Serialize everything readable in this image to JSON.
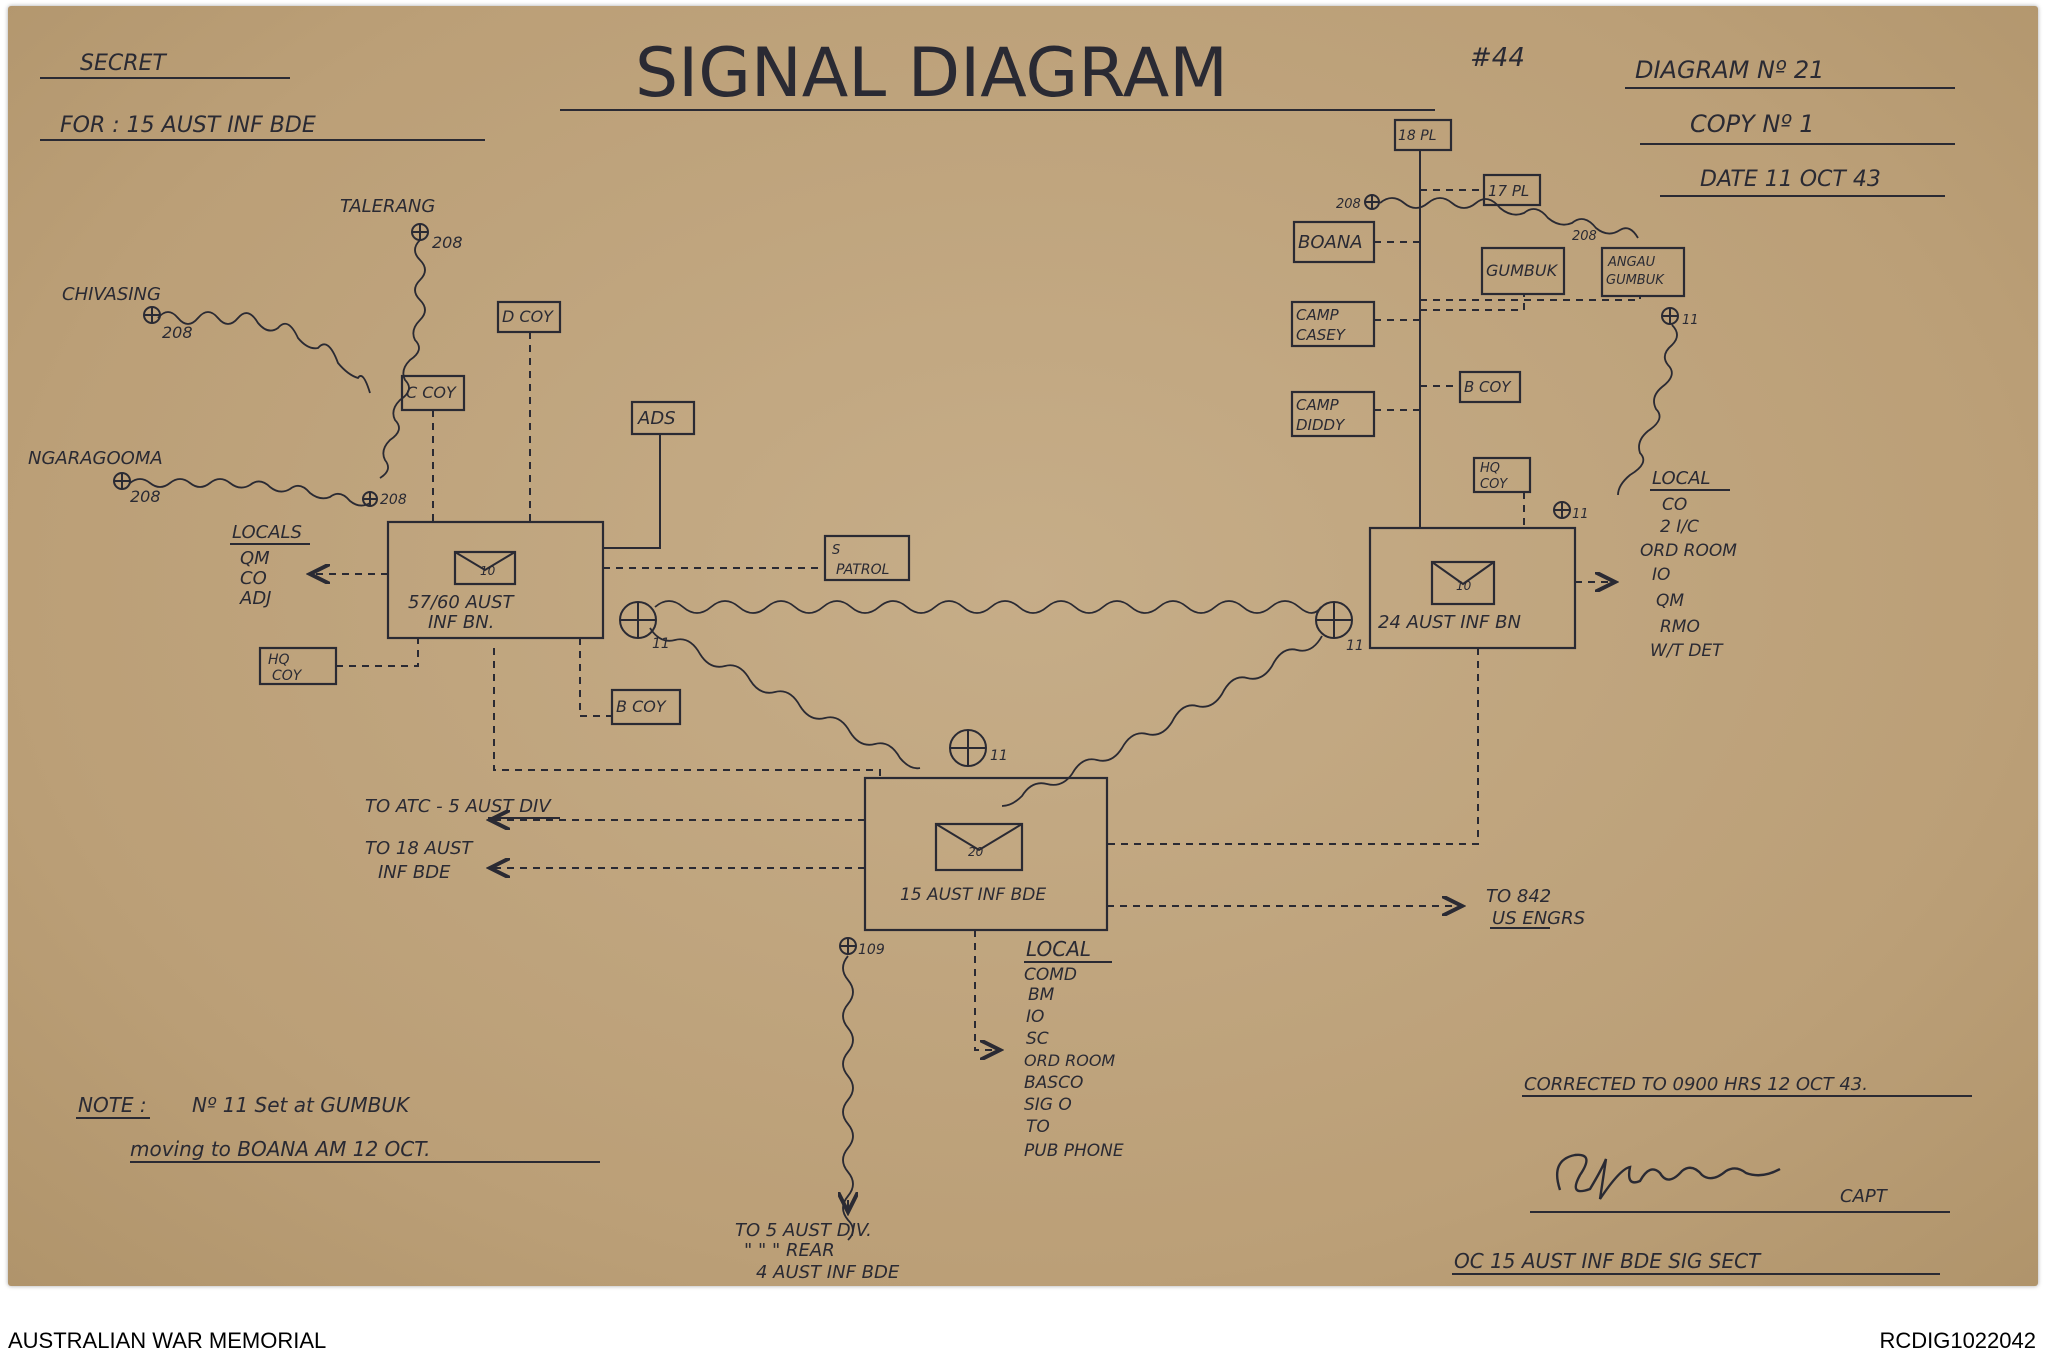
{
  "header": {
    "secret": "SECRET",
    "for": "FOR : 15 AUST INF BDE",
    "title": "SIGNAL DIAGRAM",
    "handwritten_mark": "#44",
    "diagram_no": "DIAGRAM Nº 21",
    "copy_no": "COPY Nº 1",
    "date": "DATE 11 OCT 43"
  },
  "stations": {
    "talerang": "TALERANG",
    "chivasing": "CHIVASING",
    "ngaragooma": "NGARAGOOMA",
    "set208": "208",
    "set11": "11",
    "set109": "109"
  },
  "bn5760": {
    "name_line1": "57/60 AUST",
    "name_line2": "INF BN.",
    "code": "10",
    "dcoy": "D COY",
    "ccoy": "C COY",
    "ads": "ADS",
    "patrol_s": "S",
    "patrol": "PATROL",
    "hqcoy_1": "HQ",
    "hqcoy_2": "COY",
    "bcoy": "B COY",
    "locals_title": "LOCALS",
    "locals": [
      "QM",
      "CO",
      "ADJ"
    ]
  },
  "bn24": {
    "name": "24 AUST INF BN",
    "code": "10",
    "pl18": "18 PL",
    "pl17": "17 PL",
    "boana": "BOANA",
    "gumbuk": "GUMBUK",
    "angau_1": "ANGAU",
    "angau_2": "GUMBUK",
    "camp_casey_1": "CAMP",
    "camp_casey_2": "CASEY",
    "camp_diddy_1": "CAMP",
    "camp_diddy_2": "DIDDY",
    "bcoy": "B COY",
    "hqcoy_1": "HQ",
    "hqcoy_2": "COY",
    "local_title": "LOCAL",
    "local": [
      "CO",
      "2 I/C",
      "ORD ROOM",
      "IO",
      "QM",
      "RMO",
      "W/T DET"
    ]
  },
  "bde": {
    "name": "15 AUST INF BDE",
    "code": "20",
    "to_atc": "TO ATC - 5 AUST DIV",
    "to_18_1": "TO 18 AUST",
    "to_18_2": "INF BDE",
    "to_842_1": "TO 842",
    "to_842_2": "US ENGRS",
    "local_title": "LOCAL",
    "local": [
      "COMD",
      "BM",
      "IO",
      "SC",
      "ORD ROOM",
      "BASCO",
      "SIG O",
      "TO",
      "PUB PHONE"
    ],
    "to_5div_1": "TO 5 AUST DIV.",
    "to_5div_2": "\"     \"     \" REAR",
    "to_5div_3": "4 AUST INF BDE"
  },
  "notes": {
    "note_label": "NOTE :",
    "note_line1": "Nº 11 Set at GUMBUK",
    "note_line2": "moving to BOANA   AM 12 OCT.",
    "corrected": "CORRECTED TO 0900 HRS 12 OCT 43.",
    "capt": "CAPT",
    "oc": "OC 15 AUST INF BDE SIG SECT"
  },
  "footer": {
    "left": "AUSTRALIAN WAR MEMORIAL",
    "right": "RCDIG1022042"
  },
  "colors": {
    "paper": "#bfa57f",
    "ink": "#2a2a33"
  }
}
